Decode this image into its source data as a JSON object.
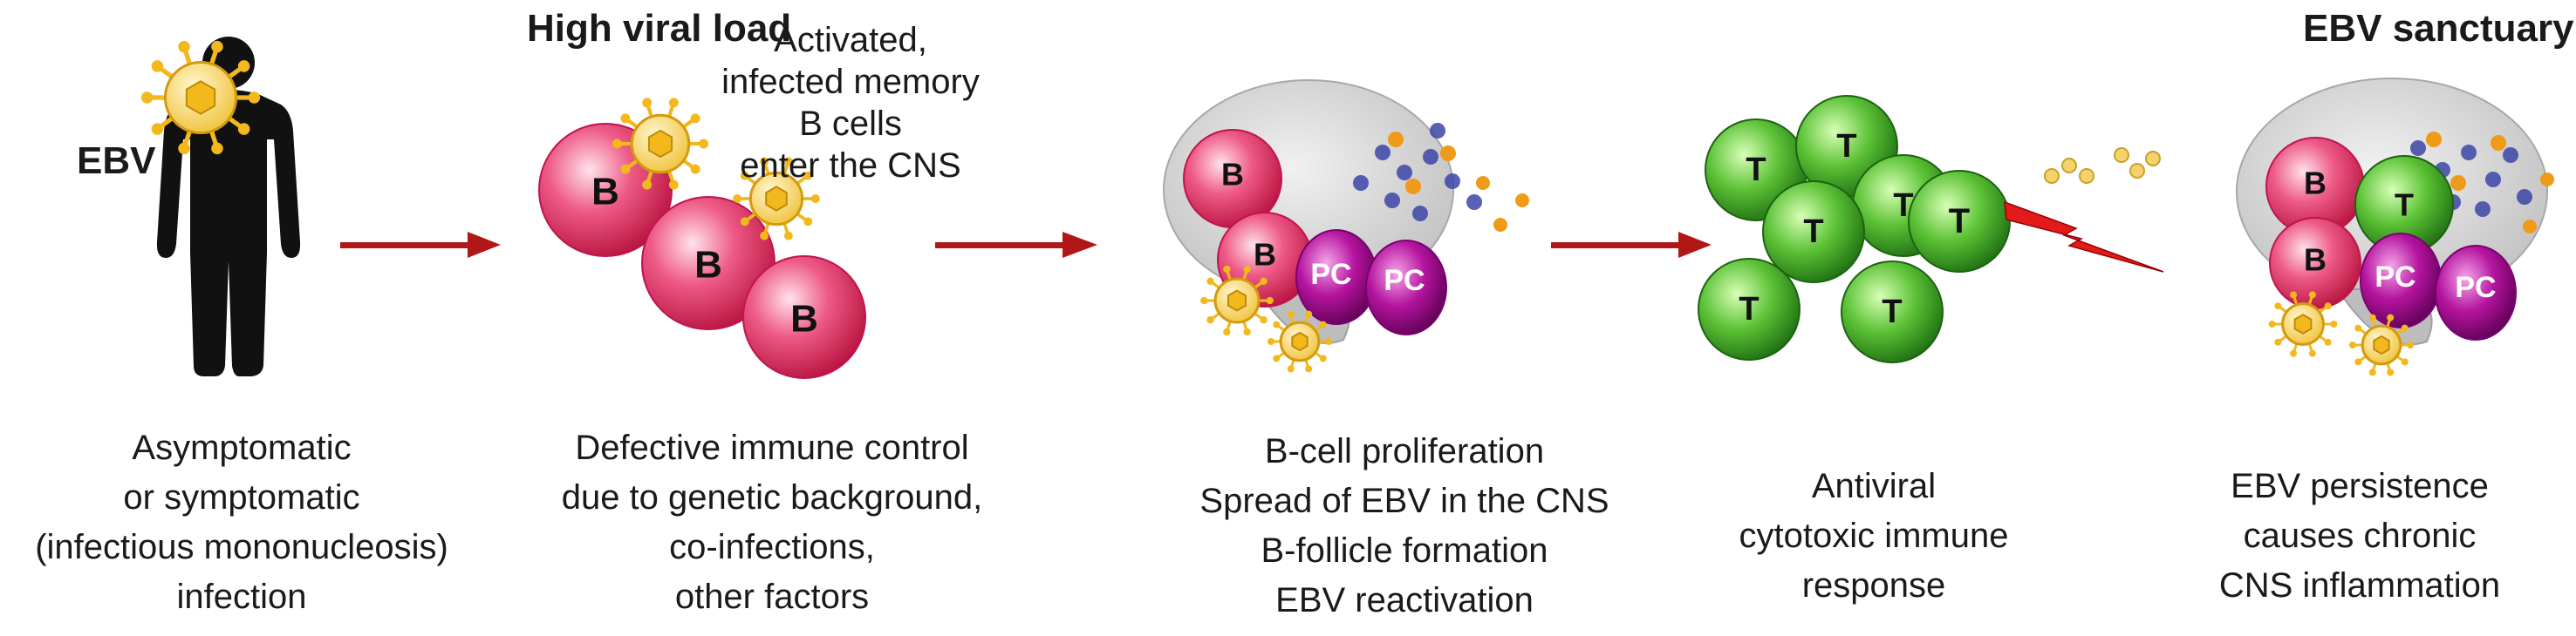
{
  "labels": {
    "ebv": "EBV",
    "high_viral_load": "High viral load",
    "ebv_sanctuary": "EBV sanctuary",
    "b_cell": "B",
    "t_cell": "T",
    "plasma_cell": "PC"
  },
  "transition_1": {
    "lines": [
      "Activated,",
      "infected memory",
      "B cells",
      "enter the CNS"
    ]
  },
  "captions": [
    {
      "lines": [
        "Asymptomatic",
        "or symptomatic",
        "(infectious mononucleosis)",
        "infection"
      ]
    },
    {
      "lines": [
        "Defective immune control",
        "due to genetic background,",
        "co-infections,",
        "other factors"
      ]
    },
    {
      "lines": [
        "B-cell proliferation",
        "Spread of EBV in the CNS",
        "B-follicle formation",
        "EBV reactivation"
      ]
    },
    {
      "lines": [
        "Antiviral",
        "cytotoxic immune",
        "response"
      ]
    },
    {
      "lines": [
        "EBV persistence",
        "causes chronic",
        "CNS inflammation"
      ]
    }
  ],
  "colors": {
    "arrow": "#b01818",
    "b_cell": "#e8336a",
    "t_cell": "#3fa528",
    "plasma_cell": "#b0139e",
    "virus": "#f2b81c",
    "lightning": "#e21a1a",
    "brain": "#c9c9c9"
  }
}
